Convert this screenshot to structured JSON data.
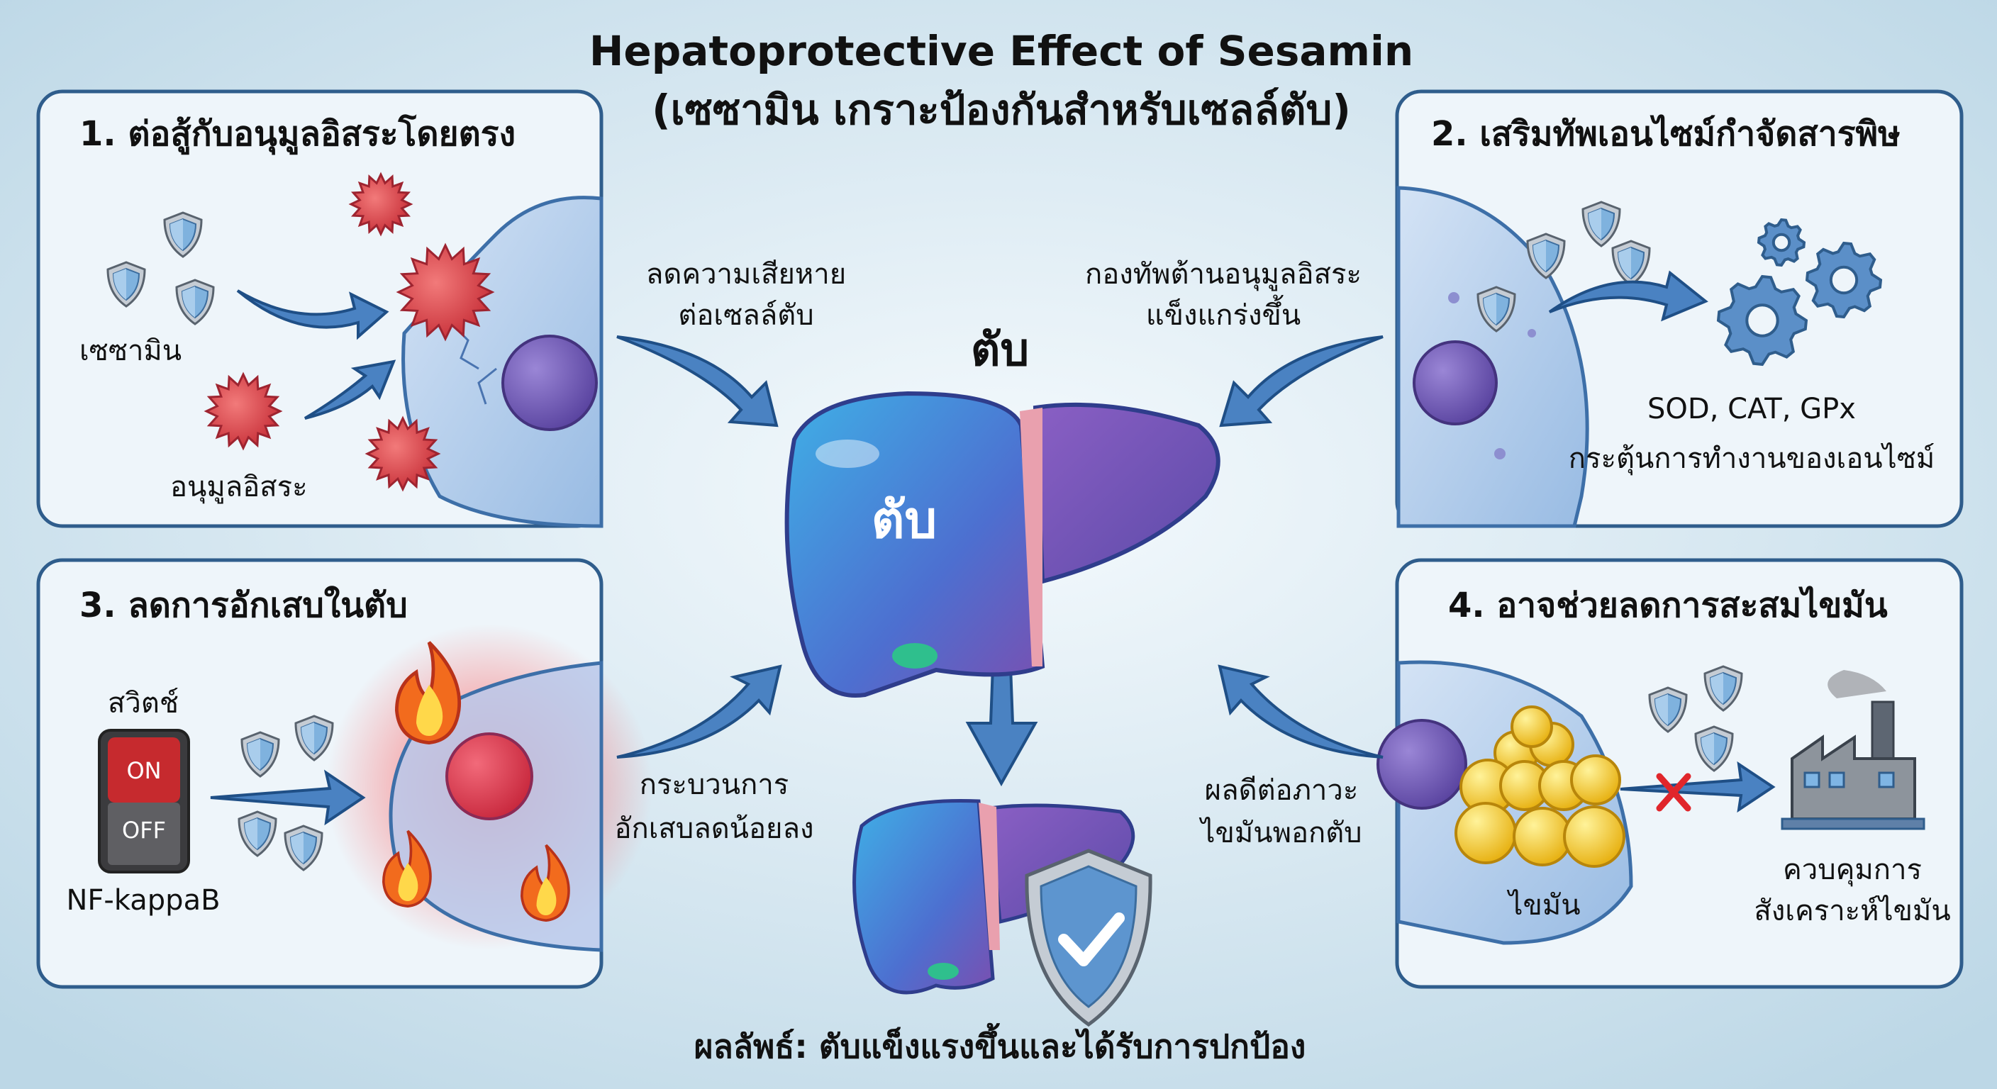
{
  "title": {
    "line1": "Hepatoprotective Effect of Sesamin",
    "line2": "(เซซามิน เกราะป้องกันสำหรับเซลล์ตับ)"
  },
  "center": {
    "heading": "ตับ",
    "liver_label": "ตับ",
    "top_left": [
      "ลดความเสียหาย",
      "ต่อเซลล์ตับ"
    ],
    "top_right": [
      "กองทัพต้านอนุมูลอิสระ",
      "แข็งแกร่งขึ้น"
    ],
    "bottom_left": [
      "กระบวนการ",
      "อักเสบลดน้อยลง"
    ],
    "bottom_right": [
      "ผลดีต่อภาวะ",
      "ไขมันพอกตับ"
    ],
    "result": "ผลลัพธ์: ตับแข็งแรงขึ้นและได้รับการปกป้อง"
  },
  "panels": [
    {
      "title": "1. ต่อสู้กับอนุมูลอิสระโดยตรง",
      "labels": [
        "เซซามิน",
        "อนุมูลอิสระ"
      ]
    },
    {
      "title": "2. เสริมทัพเอนไซม์กำจัดสารพิษ",
      "labels": [
        "SOD, CAT, GPx",
        "กระตุ้นการทำงานของเอนไซม์"
      ]
    },
    {
      "title": "3. ลดการอักเสบในตับ",
      "labels": [
        "สวิตช์",
        "NF-kappaB"
      ],
      "switch": {
        "on": "ON",
        "off": "OFF",
        "state": "ON"
      }
    },
    {
      "title": "4. อาจช่วยลดการสะสมไขมัน",
      "labels": [
        "ไขมัน",
        "ควบคุมการ",
        "สังเคราะห์ไขมัน"
      ]
    }
  ],
  "colors": {
    "panel_border": "#2f5d8c",
    "arrow": "#4a82c2",
    "radical": "#d9434b",
    "fat": "#f2c531",
    "nucleus": "#6a55a8",
    "liver_blue": "#3f86d6",
    "liver_purple": "#7a4fb0"
  }
}
